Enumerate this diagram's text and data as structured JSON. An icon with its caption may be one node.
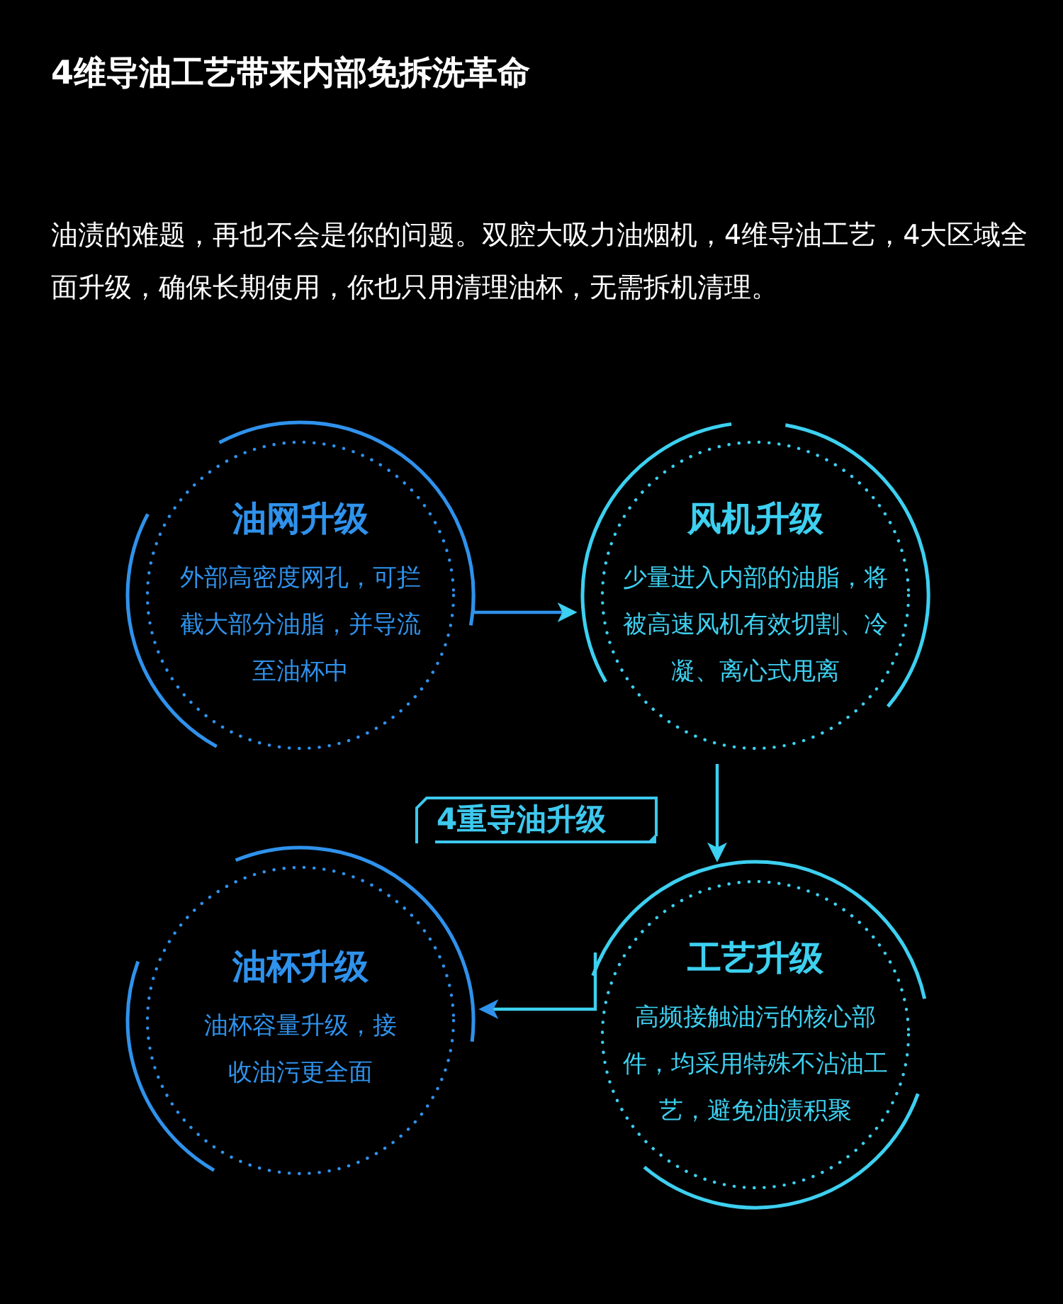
{
  "diagram": {
    "title": "4维导油工艺带来内部免拆洗革命",
    "nodes": [
      {
        "text": [
          "油网升级",
          "外部高密度网孔，可拦截大部分油脂，并导流至油杯中"
        ]
      },
      {
        "text": [
          "风机升级",
          "少量进入内部的油脂，将被高速风机有效切割、冷凝、离心式甩离"
        ]
      },
      {
        "text": [
          "工艺升级",
          "高频接触油污的核心部件，均采用特殊不沾油工艺，避免油渍积聚"
        ]
      },
      {
        "text": [
          "油杯升级",
          "油杯容量升级，接收油污更全面"
        ]
      }
    ],
    "edges": [
      {
        "from": 0,
        "to": 1,
        "arrow": "to"
      },
      {
        "from": 1,
        "to": 2,
        "arrow": "to"
      },
      {
        "from": 2,
        "to": 3,
        "arrow": "to"
      }
    ],
    "labels": [
      "油渍的难题，再也不会是你的问题。双腔大吸力油烟机，4维导油工艺，4大区域全面升级，确保长期使用，你也只用清理油杯，无需拆机清理。",
      "4重导油升级"
    ]
  }
}
